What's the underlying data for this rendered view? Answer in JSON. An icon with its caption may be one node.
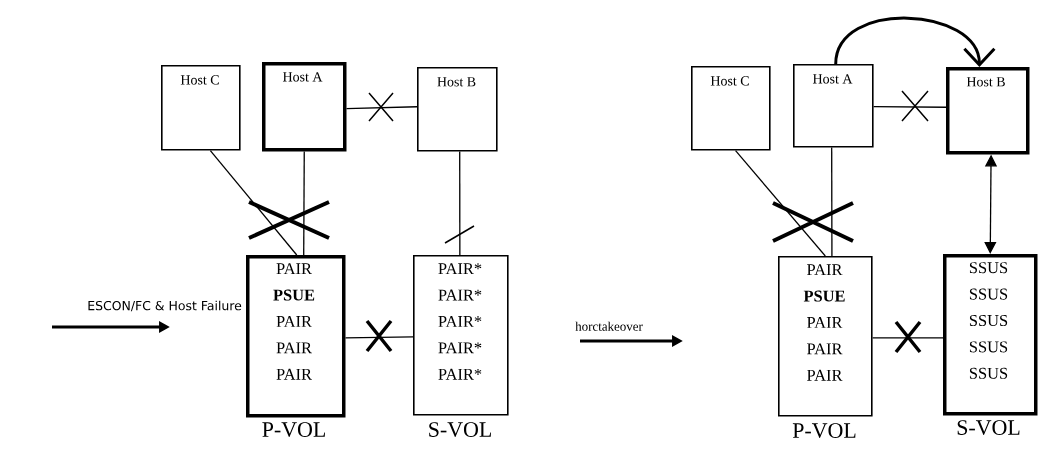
{
  "diagram": {
    "nodes": [
      {
        "text": [
          "Host C"
        ]
      },
      {
        "text": [
          "Host A"
        ]
      },
      {
        "text": [
          "Host B"
        ]
      },
      {
        "text": [
          "PAIR **PSUE** PAIR PAIR PAIR"
        ],
        "beside": [
          "P-VOL"
        ]
      },
      {
        "text": [
          "PAIR* PAIR* PAIR* PAIR* PAIR*"
        ],
        "beside": [
          "S-VOL"
        ]
      },
      {
        "text": [
          "Host C"
        ]
      },
      {
        "text": [
          "Host A"
        ]
      },
      {
        "text": [
          "Host B"
        ]
      },
      {
        "text": [
          "PAIR **PSUE** PAIR PAIR PAIR"
        ],
        "beside": [
          "P-VOL"
        ]
      },
      {
        "text": [
          "SSUS SSUS SSUS SSUS SSUS"
        ],
        "beside": [
          "S-VOL"
        ]
      }
    ],
    "edges": [
      {
        "from": 0,
        "to": 3,
        "arrow": "none"
      },
      {
        "from": 1,
        "to": 3,
        "arrow": "none"
      },
      {
        "from": 1,
        "to": 2,
        "arrow": "none"
      },
      {
        "from": 2,
        "to": 4,
        "arrow": "none"
      },
      {
        "from": 3,
        "to": 4,
        "arrow": "none"
      },
      {
        "from": 5,
        "to": 8,
        "arrow": "none"
      },
      {
        "from": 6,
        "to": 8,
        "arrow": "none"
      },
      {
        "from": 6,
        "to": 7,
        "arrow": "none"
      },
      {
        "from": 7,
        "to": 9,
        "arrow": "both"
      },
      {
        "from": 8,
        "to": 9,
        "arrow": "none"
      },
      {
        "from": 6,
        "to": 7,
        "arrow": "to",
        "style": "thick"
      }
    ],
    "labels": [
      "ESCON/FC & Host Failure",
      "horctakeover"
    ]
  }
}
